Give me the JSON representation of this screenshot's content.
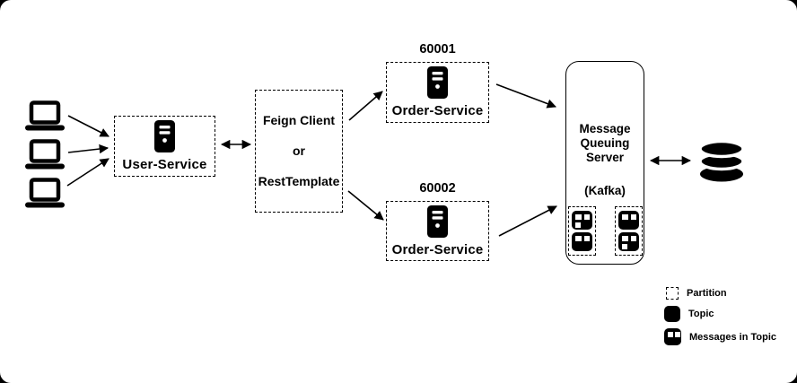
{
  "clients": {
    "icon": "laptop-icon",
    "count": 3
  },
  "user_service": {
    "label": "User-Service",
    "icon": "server-icon"
  },
  "gateway": {
    "lines": [
      "Feign Client",
      "or",
      "RestTemplate"
    ]
  },
  "order_services": [
    {
      "port": "60001",
      "label": "Order-Service",
      "icon": "server-icon"
    },
    {
      "port": "60002",
      "label": "Order-Service",
      "icon": "server-icon"
    }
  ],
  "mq_server": {
    "title_lines": [
      "Message",
      "Queuing",
      "Server"
    ],
    "subtitle": "(Kafka)",
    "partitions": [
      {
        "topics": [
          {
            "messages": 3
          },
          {
            "messages": 2
          }
        ]
      },
      {
        "topics": [
          {
            "messages": 2
          },
          {
            "messages": 3
          }
        ]
      }
    ]
  },
  "database": {
    "icon": "database-icon"
  },
  "legend": {
    "items": [
      {
        "icon": "partition-swatch",
        "label": "Partition"
      },
      {
        "icon": "topic-swatch",
        "label": "Topic"
      },
      {
        "icon": "messages-in-topic-swatch",
        "label": "Messages in Topic"
      }
    ]
  },
  "colors": {
    "foreground": "#000000",
    "background": "#ffffff"
  }
}
